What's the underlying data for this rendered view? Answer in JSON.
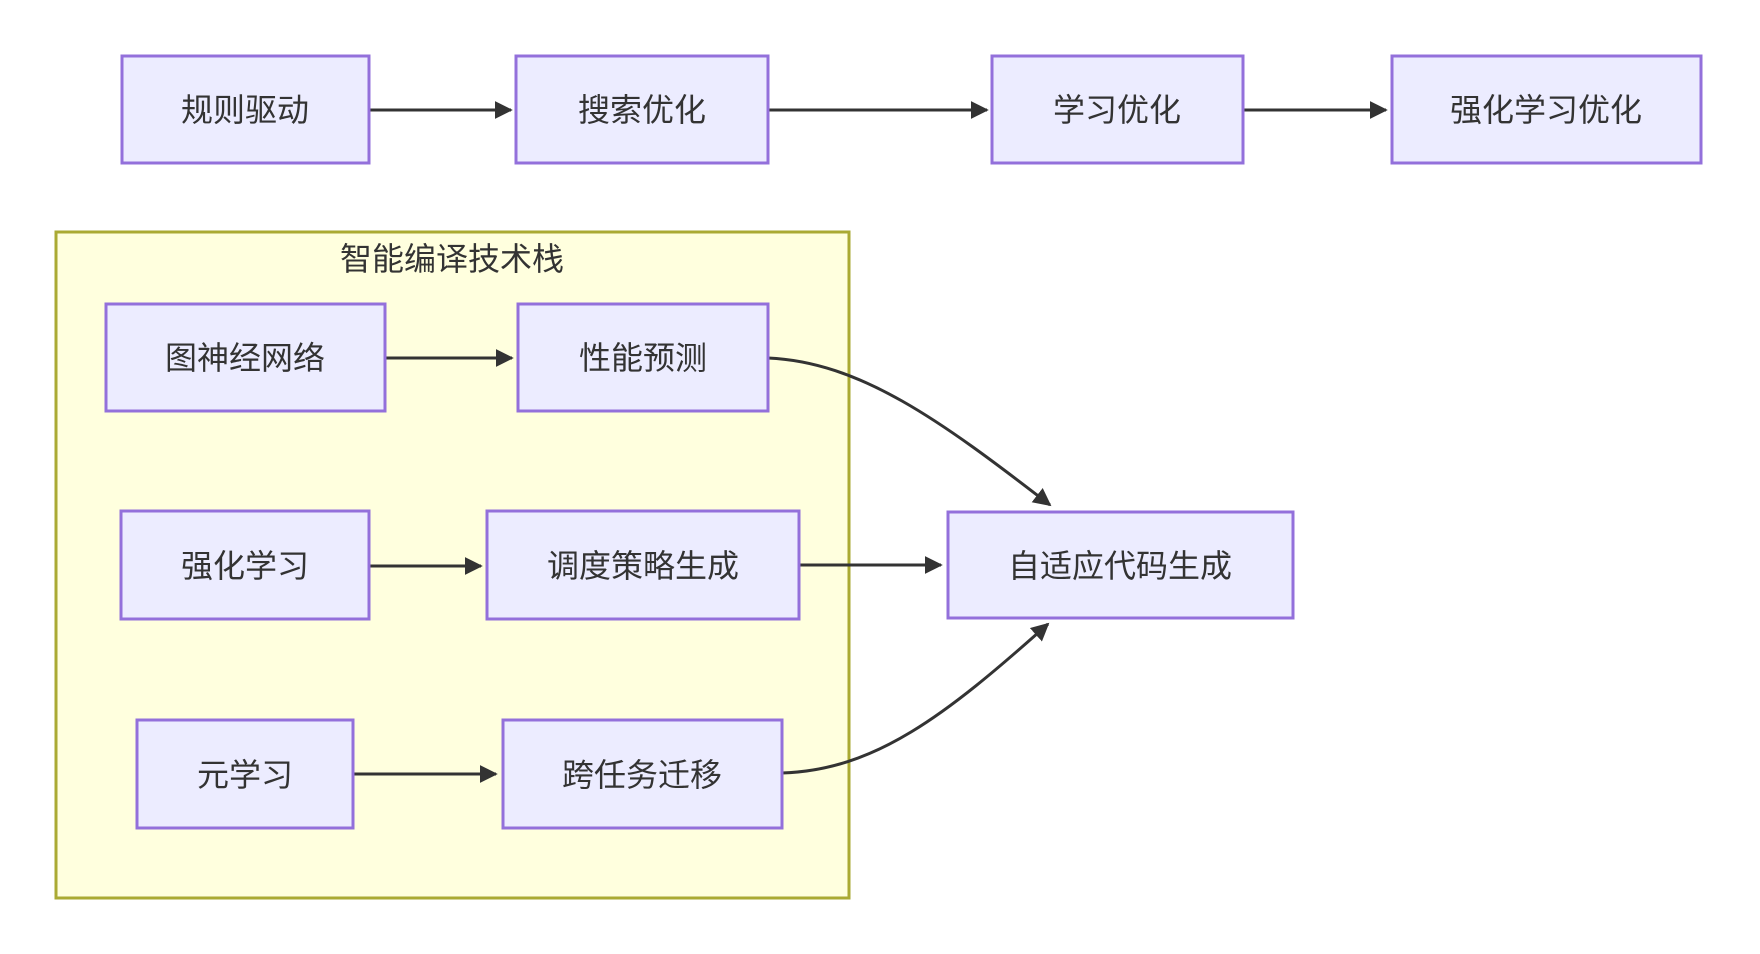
{
  "diagram": {
    "type": "flowchart",
    "cluster": {
      "title": "智能编译技术栈"
    },
    "nodes": {
      "rule_driven": "规则驱动",
      "search_opt": "搜索优化",
      "learning_opt": "学习优化",
      "rl_opt": "强化学习优化",
      "gnn": "图神经网络",
      "perf_pred": "性能预测",
      "rl": "强化学习",
      "sched_gen": "调度策略生成",
      "meta_learning": "元学习",
      "cross_task": "跨任务迁移",
      "adaptive_codegen": "自适应代码生成"
    },
    "edges": [
      {
        "from": "规则驱动",
        "to": "搜索优化"
      },
      {
        "from": "搜索优化",
        "to": "学习优化"
      },
      {
        "from": "学习优化",
        "to": "强化学习优化"
      },
      {
        "from": "图神经网络",
        "to": "性能预测"
      },
      {
        "from": "强化学习",
        "to": "调度策略生成"
      },
      {
        "from": "元学习",
        "to": "跨任务迁移"
      },
      {
        "from": "性能预测",
        "to": "自适应代码生成"
      },
      {
        "from": "调度策略生成",
        "to": "自适应代码生成"
      },
      {
        "from": "跨任务迁移",
        "to": "自适应代码生成"
      }
    ],
    "colors": {
      "node_fill": "#ECECFF",
      "node_border": "#9370DB",
      "cluster_fill": "#FFFFDE",
      "cluster_border": "#AAAA33",
      "edge": "#333333",
      "text": "#333333",
      "background": "#FFFFFF"
    }
  }
}
